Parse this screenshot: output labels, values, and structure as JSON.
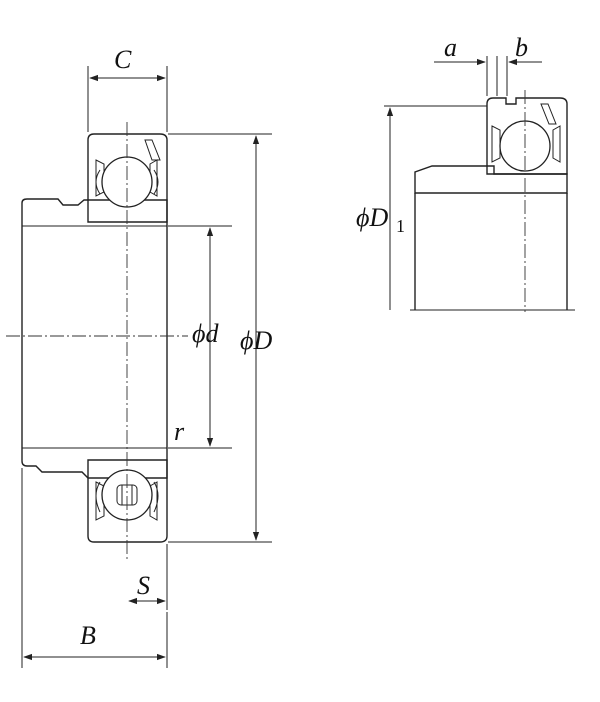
{
  "labels": {
    "C": "C",
    "B": "B",
    "S": "S",
    "r": "r",
    "d": "d",
    "D": "D",
    "a": "a",
    "b": "b",
    "D1": "D",
    "D1_sub": "1",
    "phi": "ϕ"
  }
}
